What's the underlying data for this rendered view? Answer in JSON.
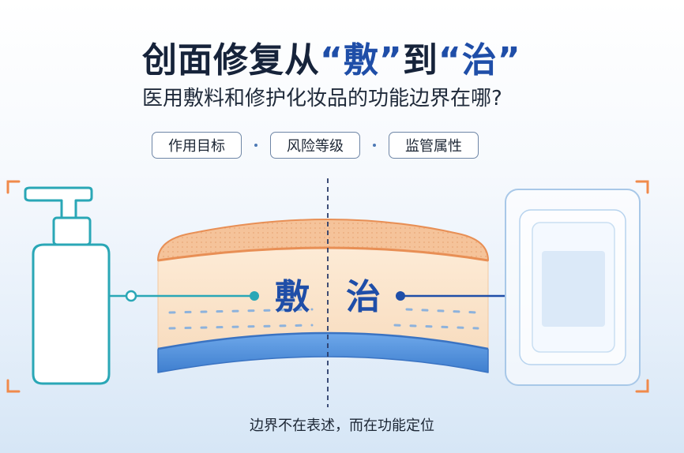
{
  "title": {
    "part1": "创面修复从",
    "word1": "“敷”",
    "part2": "到",
    "word2": "“治”"
  },
  "subtitle": "医用敷料和修护化妆品的功能边界在哪?",
  "tags": [
    "作用目标",
    "风险等级",
    "监管属性"
  ],
  "labels": {
    "left": "敷",
    "right": "治"
  },
  "caption": "边界不在表述，而在功能定位",
  "colors": {
    "accent_blue": "#1f4ea8",
    "teal": "#2aa7b6",
    "orange_bracket": "#f08a4b",
    "skin_top": "#f3b483",
    "skin_mid": "#fbe7cf",
    "skin_bottom": "#4b8fdc"
  },
  "icons": [
    "pump-bottle-icon",
    "wound-dressing-icon"
  ]
}
